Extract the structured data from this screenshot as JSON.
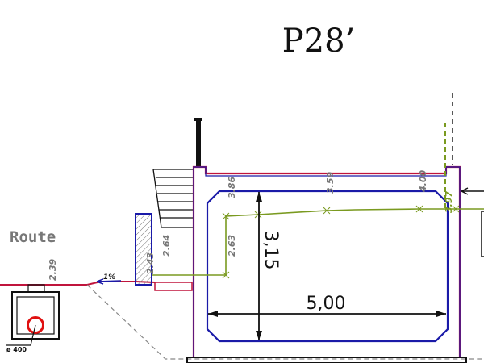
{
  "title": "P28’",
  "route_label": "Route",
  "dim_width": "5,00",
  "dim_height": "3,15",
  "slope_label": "1%",
  "pipe_label": "ø 400",
  "elevations": {
    "e1": "2.39",
    "e2": "2.43",
    "e3": "2.64",
    "e4": "2.63",
    "e5": "3.86",
    "e6": "3.59",
    "e7": "4.00",
    "e8": "3.97"
  },
  "colors": {
    "structure_red": "#c0143c",
    "inner_blue": "#1a1aa8",
    "profile_green": "#7a9a20",
    "ink": "#111111",
    "label_grey": "#777777",
    "circle_red": "#e01010"
  }
}
